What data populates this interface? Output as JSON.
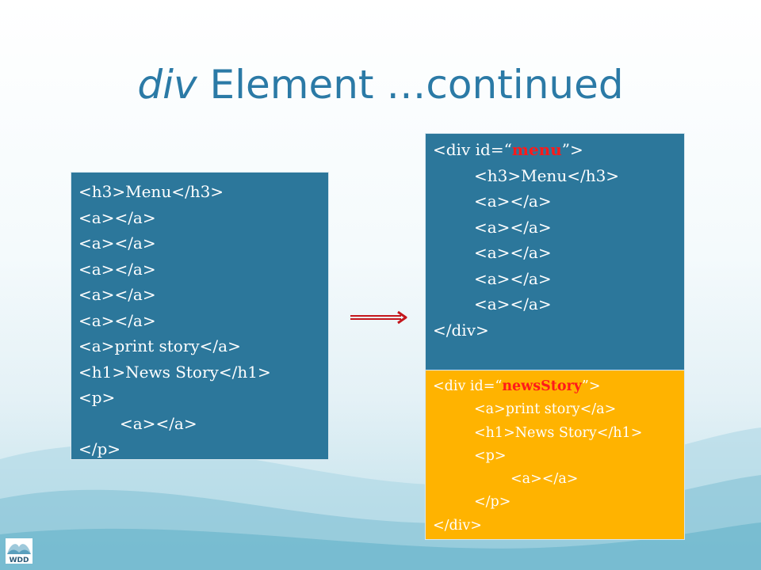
{
  "slide": {
    "title_italic": "div",
    "title_rest": " Element …continued"
  },
  "left_box": {
    "lines": [
      "<h3>Menu</h3>",
      "<a></a>",
      "<a></a>",
      "<a></a>",
      "<a></a>",
      "<a></a>",
      "<a>print story</a>",
      "<h1>News Story</h1>",
      "<p>",
      "<a></a>",
      "</p>"
    ]
  },
  "right_box": {
    "open_prefix": "<div id=“",
    "id_value": "menu",
    "open_suffix": "”>",
    "lines": [
      "<h3>Menu</h3>",
      "<a></a>",
      "<a></a>",
      "<a></a>",
      "<a></a>",
      "<a></a>"
    ],
    "close": "</div>"
  },
  "news_box": {
    "open_prefix": "<div id=“",
    "id_value": "newsStory",
    "open_suffix": "”>",
    "lines": [
      "<a>print story</a>",
      "<h1>News Story</h1>",
      "<p>",
      "<a></a>",
      "</p>"
    ],
    "close": "</div>"
  },
  "logo": {
    "text": "WDD"
  },
  "colors": {
    "title": "#2b7aa6",
    "code_box": "#2c779b",
    "news_box": "#ffb300",
    "highlight": "#ff1a1a",
    "arrow": "#c4161c"
  },
  "icons": {
    "arrow": "right-arrow-icon",
    "logo": "wdd-logo-icon"
  }
}
